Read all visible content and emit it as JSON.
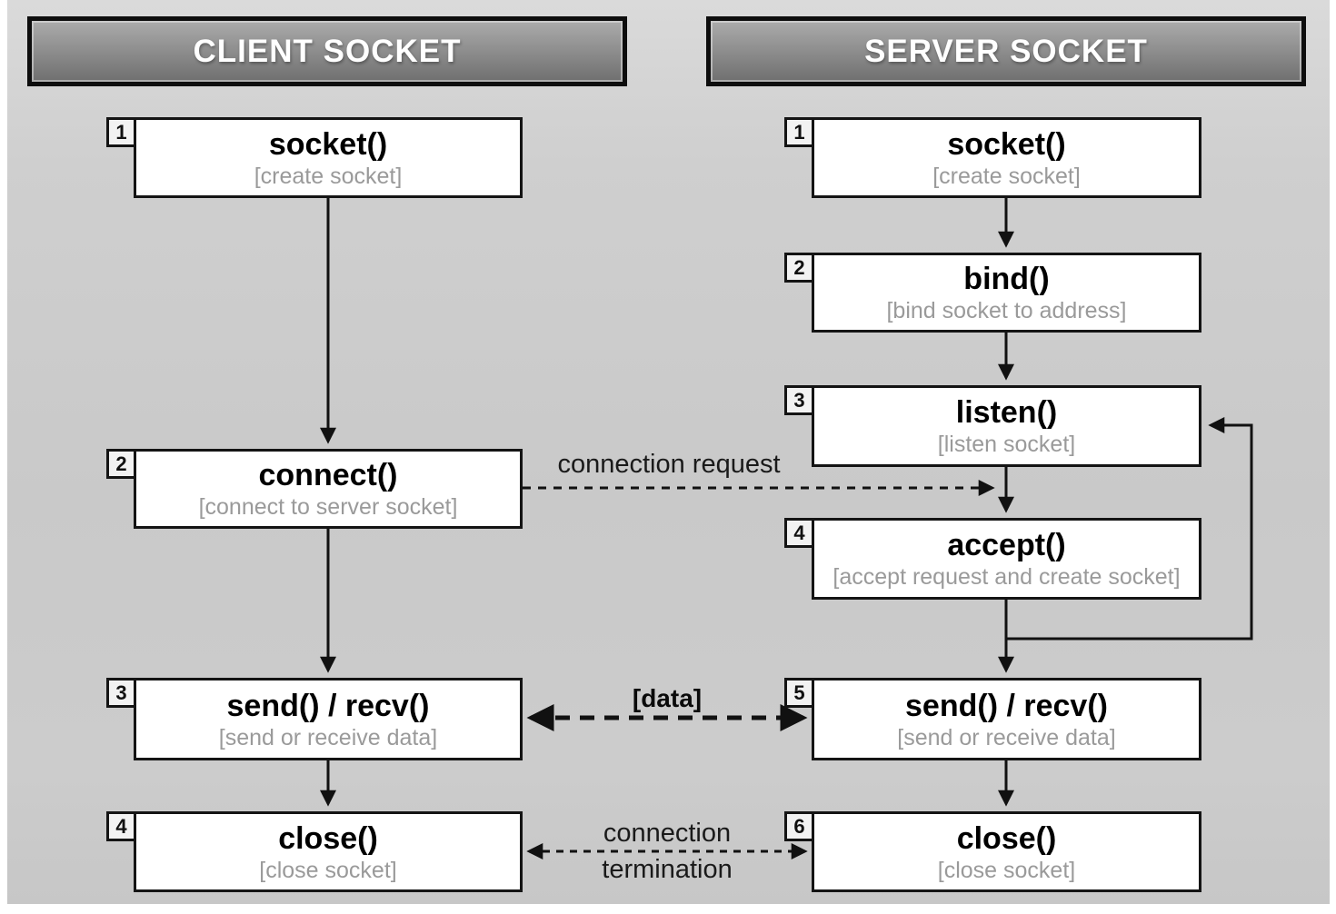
{
  "headers": {
    "client": "CLIENT SOCKET",
    "server": "SERVER SOCKET"
  },
  "client": {
    "boxes": [
      {
        "num": "1",
        "title": "socket()",
        "subtitle": "[create socket]"
      },
      {
        "num": "2",
        "title": "connect()",
        "subtitle": "[connect to server socket]"
      },
      {
        "num": "3",
        "title": "send() / recv()",
        "subtitle": "[send or receive data]"
      },
      {
        "num": "4",
        "title": "close()",
        "subtitle": "[close socket]"
      }
    ]
  },
  "server": {
    "boxes": [
      {
        "num": "1",
        "title": "socket()",
        "subtitle": "[create socket]"
      },
      {
        "num": "2",
        "title": "bind()",
        "subtitle": "[bind socket to address]"
      },
      {
        "num": "3",
        "title": "listen()",
        "subtitle": "[listen socket]"
      },
      {
        "num": "4",
        "title": "accept()",
        "subtitle": "[accept request and create socket]"
      },
      {
        "num": "5",
        "title": "send() / recv()",
        "subtitle": "[send or receive data]"
      },
      {
        "num": "6",
        "title": "close()",
        "subtitle": "[close socket]"
      }
    ]
  },
  "labels": {
    "connection_request": "connection request",
    "data": "[data]",
    "connection_termination_line1": "connection",
    "connection_termination_line2": "termination"
  },
  "colors": {
    "canvas_bg": "#cbcbcb",
    "page_margin": "#ffffff",
    "header_gradient_top": "#ababab",
    "header_gradient_bottom": "#6f6f6f",
    "header_text": "#ffffff",
    "box_bg": "#ffffff",
    "box_border": "#141414",
    "title_text": "#000000",
    "subtitle_text": "#9a9a9a",
    "arrow": "#111111"
  }
}
